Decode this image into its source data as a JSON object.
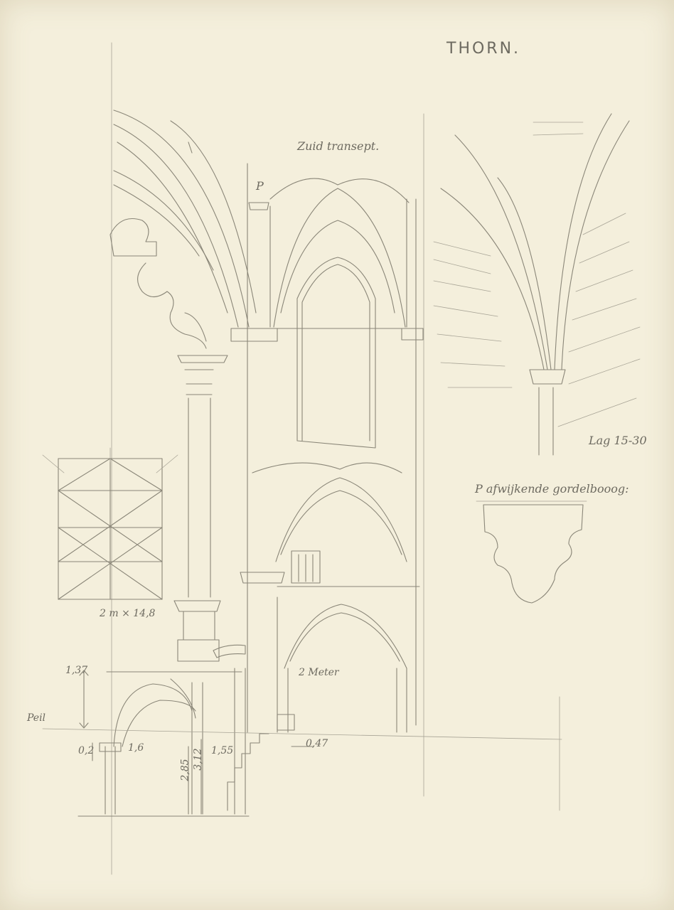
{
  "sheet": {
    "title": "THORN.",
    "labels": {
      "transept": "Zuid transept.",
      "p_mark": "P",
      "vault_note": "Lag 15-30",
      "corbel_note": "P afwijkende gordelbooog:",
      "plan_dims": "2 m × 14,8",
      "dim_137": "1,37",
      "dim_pail": "Peil",
      "dim_16": "1,6",
      "dim_285": "2,85",
      "dim_312": "3,12",
      "dim_155": "1,55",
      "dim_047": "0,47",
      "dim_2m": "2 Meter",
      "dim_small": "0,2"
    }
  }
}
